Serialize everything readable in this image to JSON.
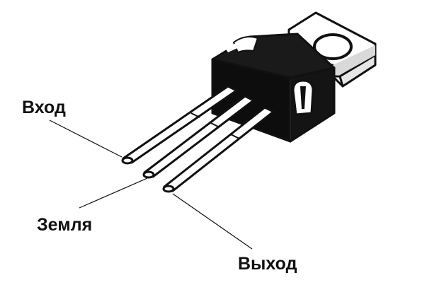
{
  "labels": {
    "input": "Вход",
    "ground": "Земля",
    "output": "Выход"
  },
  "colors": {
    "body": "#0d0d0d",
    "tab": "#ffffff",
    "outline": "#111111",
    "lead_fill": "#ffffff"
  }
}
